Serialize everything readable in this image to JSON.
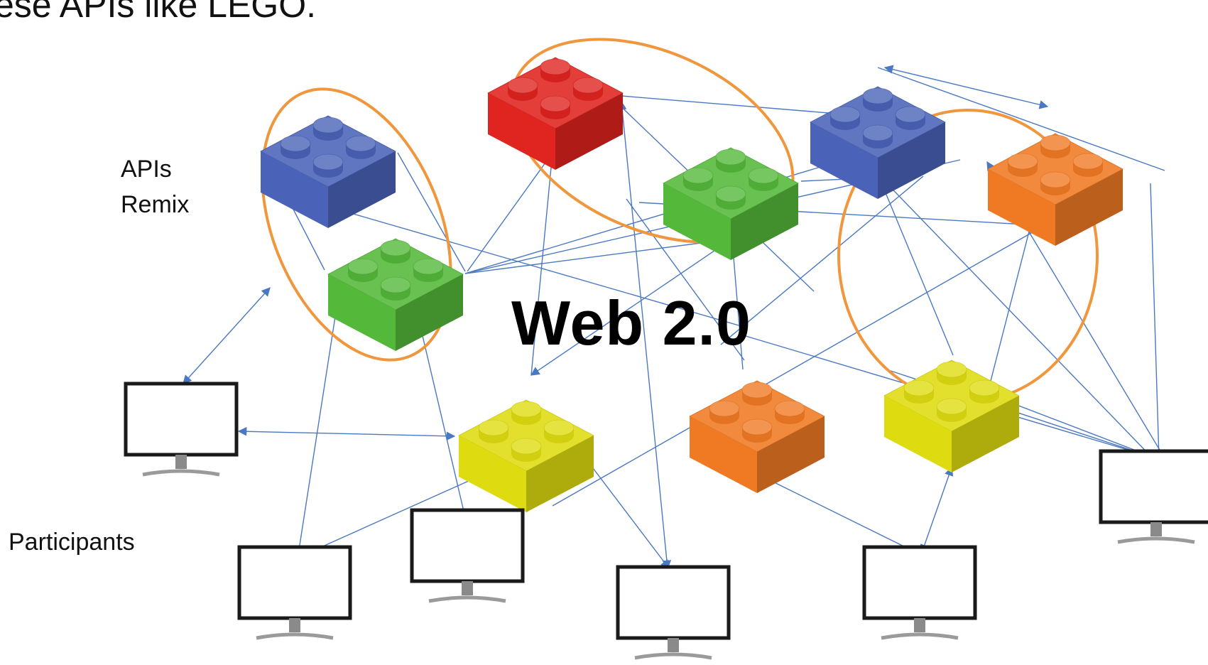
{
  "heading": "ese APIs like LEGO.",
  "labels": {
    "apis": "APIs",
    "remix": "Remix",
    "participants": "Participants",
    "center": "Web 2.0"
  },
  "colors": {
    "blue": "#4a63b8",
    "red": "#e0241f",
    "green": "#54b83a",
    "yellow": "#dedc10",
    "orange": "#f07a24",
    "connector": "#4a78c2",
    "group_ring": "#f0963c",
    "monitor_frame": "#1a1a1a"
  },
  "bricks": [
    {
      "id": "blue-1",
      "color": "blue"
    },
    {
      "id": "green-1",
      "color": "green"
    },
    {
      "id": "red-1",
      "color": "red"
    },
    {
      "id": "green-2",
      "color": "green"
    },
    {
      "id": "blue-2",
      "color": "blue"
    },
    {
      "id": "orange-1",
      "color": "orange"
    },
    {
      "id": "yellow-1",
      "color": "yellow"
    },
    {
      "id": "orange-2",
      "color": "orange"
    },
    {
      "id": "yellow-2",
      "color": "yellow"
    }
  ],
  "monitors": [
    {
      "id": "monitor-1"
    },
    {
      "id": "monitor-2"
    },
    {
      "id": "monitor-3"
    },
    {
      "id": "monitor-4"
    },
    {
      "id": "monitor-5"
    },
    {
      "id": "monitor-6"
    },
    {
      "id": "monitor-7"
    }
  ]
}
